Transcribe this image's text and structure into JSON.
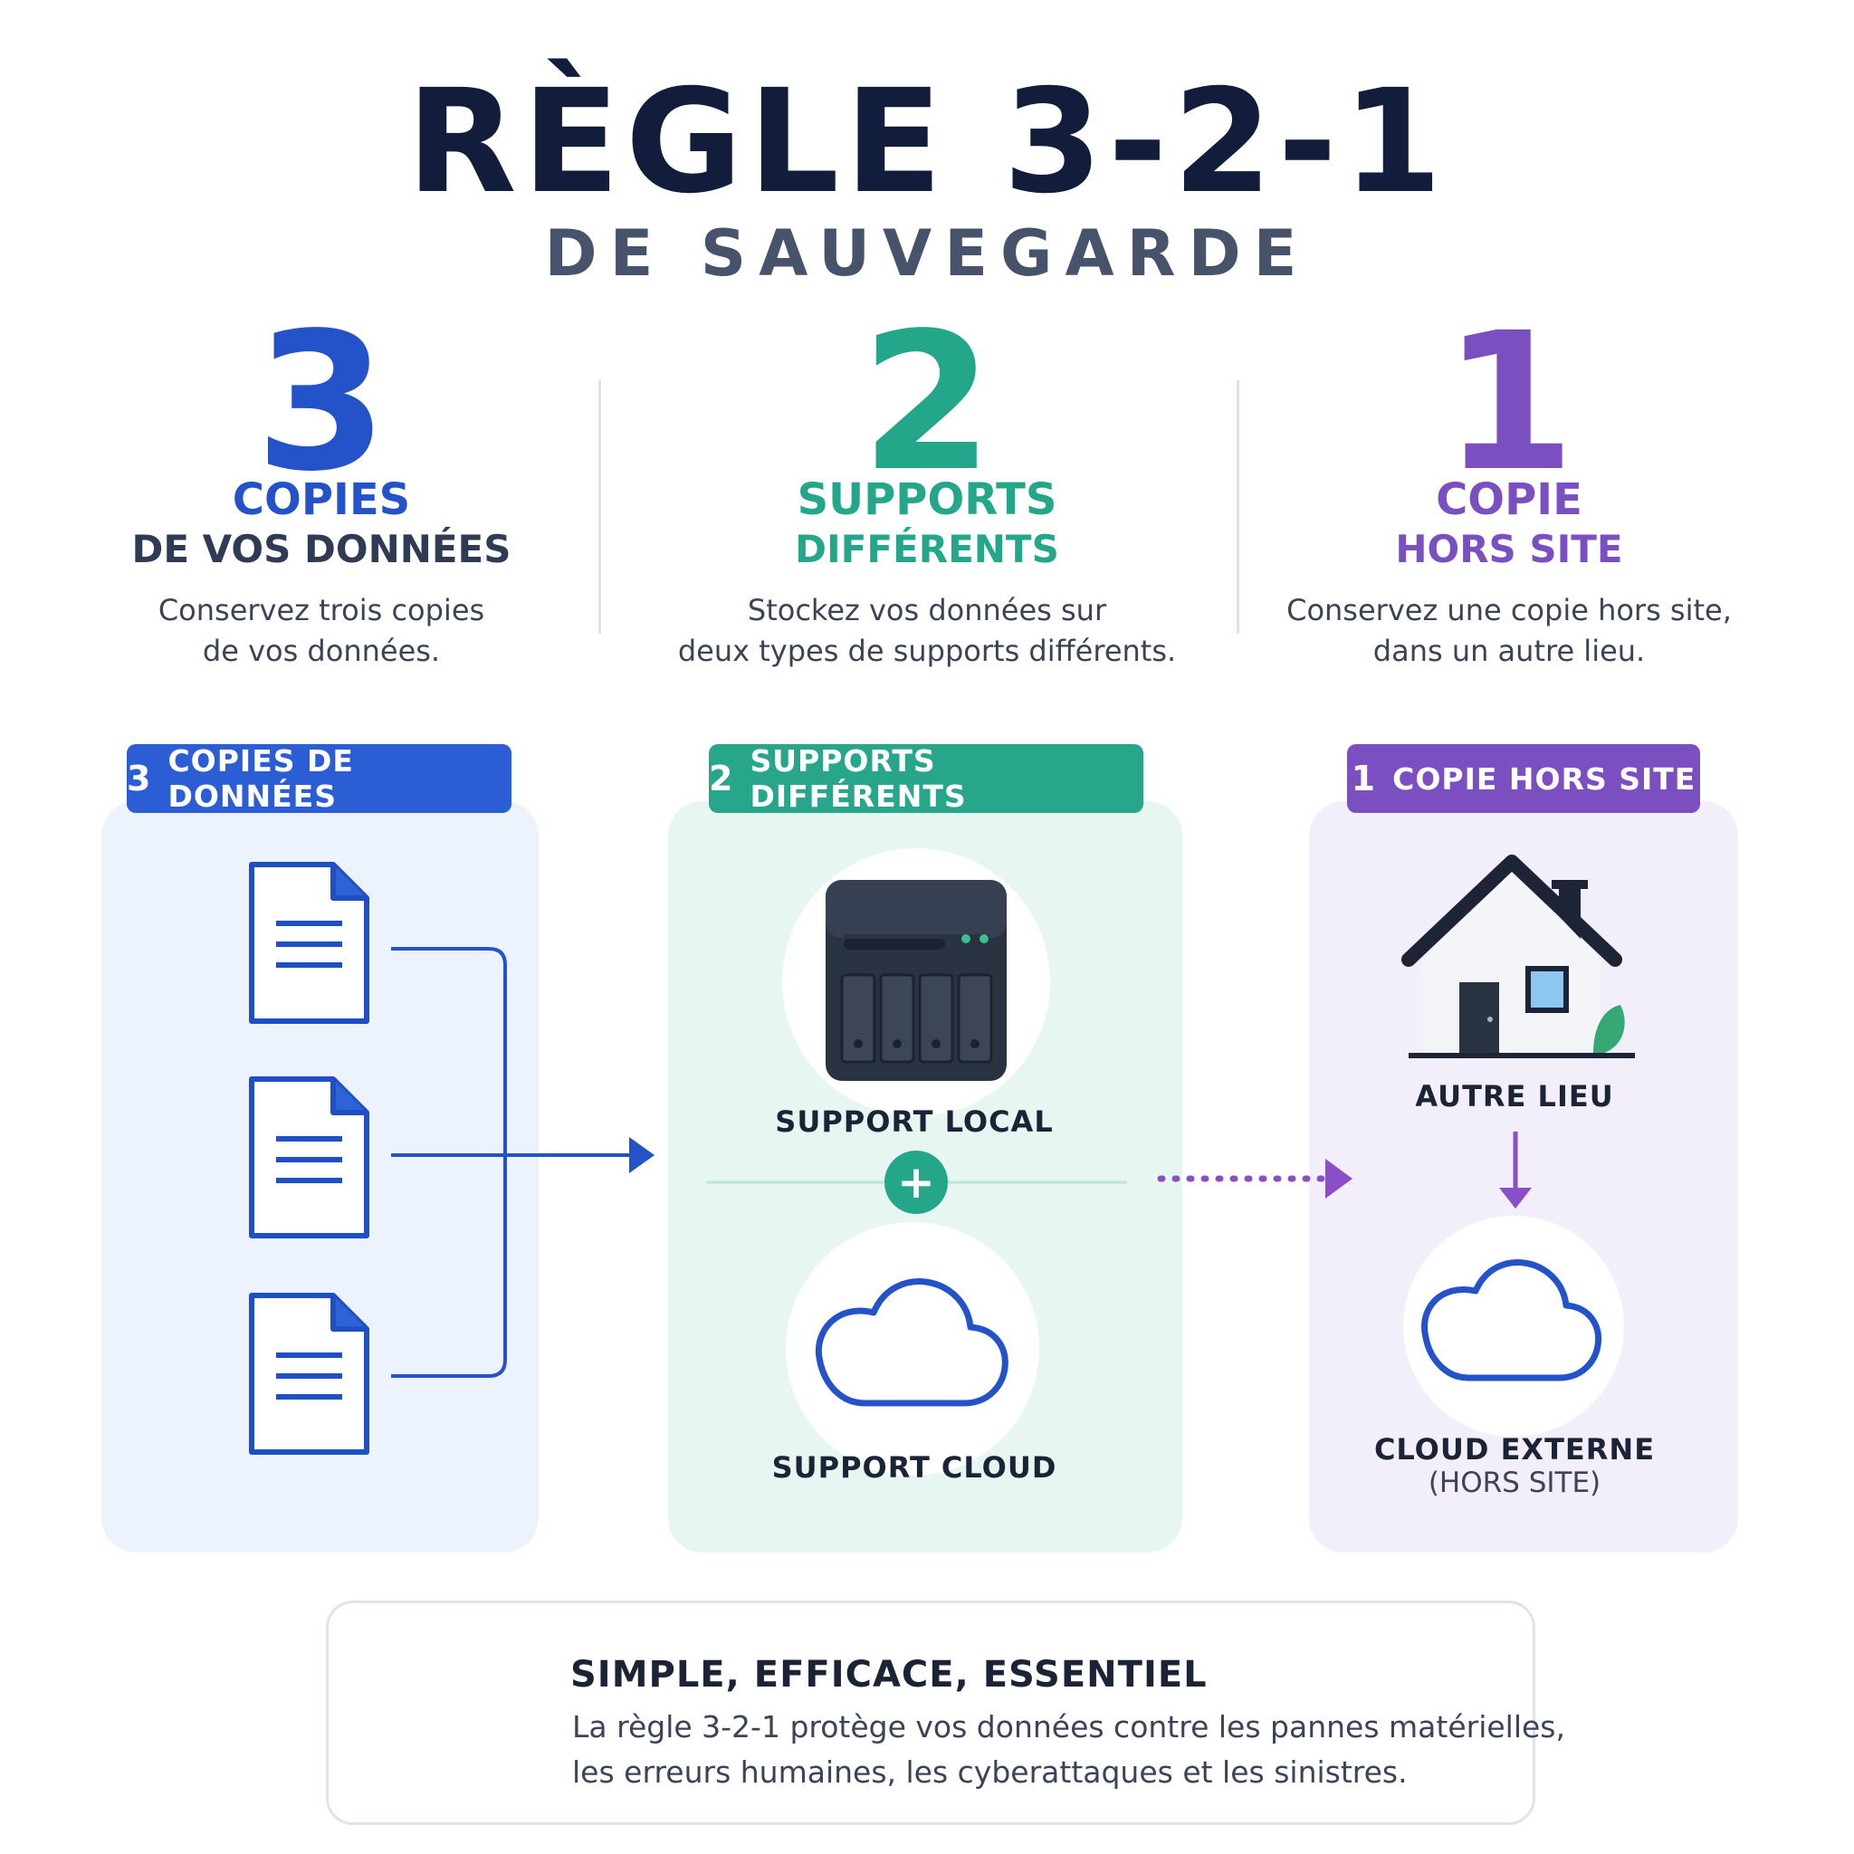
{
  "header": {
    "title": "RÈGLE 3-2-1",
    "subtitle": "DE SAUVEGARDE"
  },
  "columns": [
    {
      "number": "3",
      "heading": "COPIES",
      "subheading": "DE VOS DONNÉES",
      "description_line1": "Conservez trois copies",
      "description_line2": "de vos données."
    },
    {
      "number": "2",
      "heading": "SUPPORTS",
      "subheading": "DIFFÉRENTS",
      "description_line1": "Stockez vos données sur",
      "description_line2": "deux types de supports différents."
    },
    {
      "number": "1",
      "heading": "COPIE",
      "subheading": "HORS SITE",
      "description_line1": "Conservez une copie hors site,",
      "description_line2": "dans un autre lieu."
    }
  ],
  "panels": {
    "copies": {
      "tag_number": "3",
      "tag_label": "COPIES DE DONNÉES"
    },
    "supports": {
      "tag_number": "2",
      "tag_label": "SUPPORTS DIFFÉRENTS",
      "local_label": "SUPPORT LOCAL",
      "plus_symbol": "+",
      "cloud_label": "SUPPORT CLOUD"
    },
    "offsite": {
      "tag_number": "1",
      "tag_label": "COPIE HORS SITE",
      "place_label": "AUTRE LIEU",
      "cloud_label": "CLOUD EXTERNE",
      "cloud_sublabel": "(HORS SITE)"
    }
  },
  "footer": {
    "title": "SIMPLE,  EFFICACE,  ESSENTIEL",
    "text_line1": "La règle 3-2-1 protège vos données contre les pannes matérielles,",
    "text_line2": "les erreurs humaines, les cyberattaques et les sinistres."
  },
  "colors": {
    "blue": "#2453c9",
    "green": "#24a68a",
    "purple": "#7a4fbf",
    "navy": "#111d3a"
  },
  "icons": [
    "document-icon",
    "arrow-right-icon",
    "nas-server-icon",
    "plus-icon",
    "cloud-icon",
    "dotted-arrow-icon",
    "house-icon",
    "arrow-down-icon",
    "shield-check-icon"
  ]
}
